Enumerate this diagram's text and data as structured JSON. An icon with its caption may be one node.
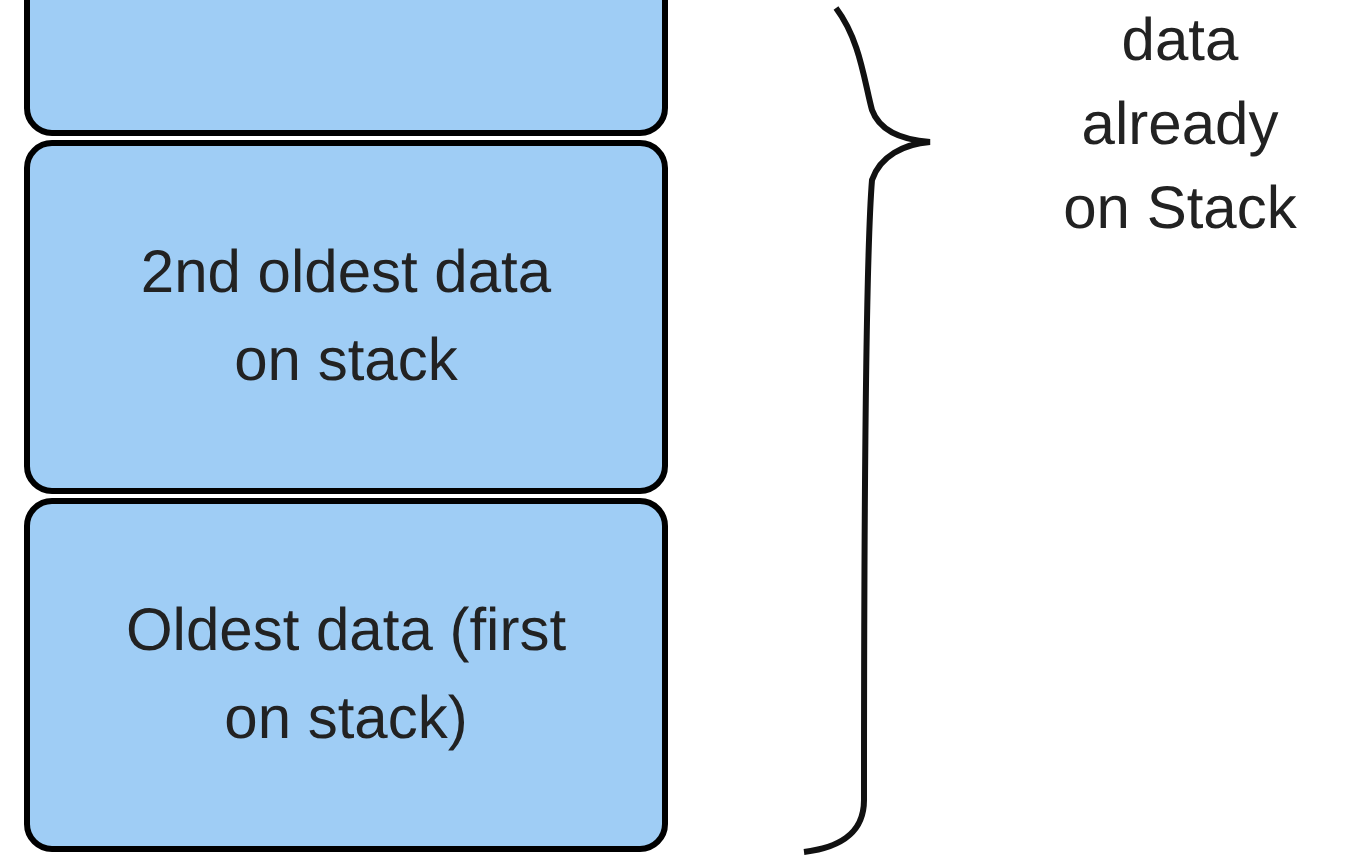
{
  "diagram": {
    "nodes": [
      {
        "text": [],
        "shape": "box"
      },
      {
        "text": [
          "2nd oldest data on stack"
        ]
      },
      {
        "text": [
          "Oldest data (first on stack)"
        ]
      }
    ],
    "labels": [
      "data already on Stack"
    ]
  }
}
